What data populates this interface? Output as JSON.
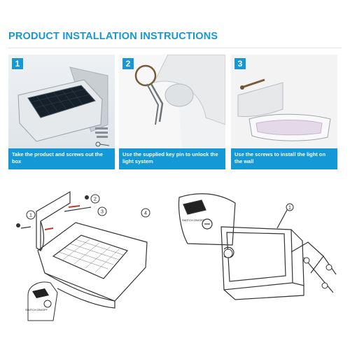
{
  "title": "PRODUCT INSTALLATION INSTRUCTIONS",
  "steps": [
    {
      "number": "1",
      "caption": "Take the product and screws out the box"
    },
    {
      "number": "2",
      "caption": "Use the supplied key pin to unlock the light system"
    },
    {
      "number": "3",
      "caption": "Use the screws to install the light on the wall"
    }
  ],
  "diagram_left": {
    "callouts": [
      "1",
      "2",
      "3",
      "4"
    ],
    "switch_label": "SWITCH ON/OFF"
  },
  "diagram_right": {
    "callouts": [
      "1"
    ],
    "switch_label": "SWITCH ON/OFF"
  },
  "colors": {
    "accent": "#1598d6",
    "panel": "#dde2e7",
    "line": "#333333"
  }
}
